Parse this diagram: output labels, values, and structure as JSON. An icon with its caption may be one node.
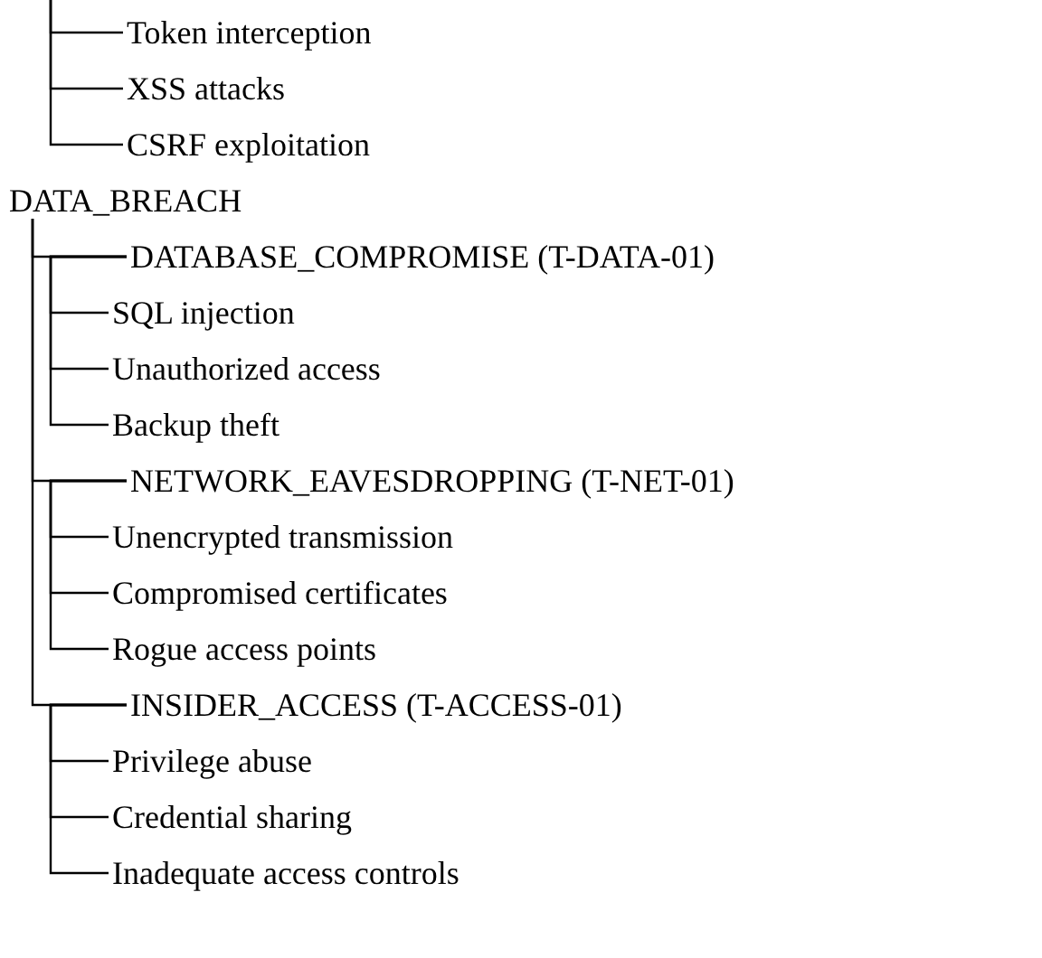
{
  "diagram": {
    "nodes": [
      {
        "text": [
          "Token interception"
        ]
      },
      {
        "text": [
          "XSS attacks"
        ]
      },
      {
        "text": [
          "CSRF exploitation"
        ]
      },
      {
        "text": [
          "DATA_BREACH"
        ]
      },
      {
        "text": [
          "DATABASE_COMPROMISE (T-DATA-01)"
        ]
      },
      {
        "text": [
          "SQL injection"
        ]
      },
      {
        "text": [
          "Unauthorized access"
        ]
      },
      {
        "text": [
          "Backup theft"
        ]
      },
      {
        "text": [
          "NETWORK_EAVESDROPPING (T-NET-01)"
        ]
      },
      {
        "text": [
          "Unencrypted transmission"
        ]
      },
      {
        "text": [
          "Compromised certificates"
        ]
      },
      {
        "text": [
          "Rogue access points"
        ]
      },
      {
        "text": [
          "INSIDER_ACCESS (T-ACCESS-01)"
        ]
      },
      {
        "text": [
          "Privilege abuse"
        ]
      },
      {
        "text": [
          "Credential sharing"
        ]
      },
      {
        "text": [
          "Inadequate access controls"
        ]
      }
    ],
    "edges": [
      {
        "from": null,
        "to": 0,
        "arrow": "none"
      },
      {
        "from": null,
        "to": 1,
        "arrow": "none"
      },
      {
        "from": null,
        "to": 2,
        "arrow": "none"
      },
      {
        "from": 3,
        "to": 4,
        "arrow": "none"
      },
      {
        "from": 4,
        "to": 5,
        "arrow": "none"
      },
      {
        "from": 4,
        "to": 6,
        "arrow": "none"
      },
      {
        "from": 4,
        "to": 7,
        "arrow": "none"
      },
      {
        "from": 3,
        "to": 8,
        "arrow": "none"
      },
      {
        "from": 8,
        "to": 9,
        "arrow": "none"
      },
      {
        "from": 8,
        "to": 10,
        "arrow": "none"
      },
      {
        "from": 8,
        "to": 11,
        "arrow": "none"
      },
      {
        "from": 3,
        "to": 12,
        "arrow": "none"
      },
      {
        "from": 12,
        "to": 13,
        "arrow": "none"
      },
      {
        "from": 12,
        "to": 14,
        "arrow": "none"
      },
      {
        "from": 12,
        "to": 15,
        "arrow": "none"
      }
    ]
  }
}
